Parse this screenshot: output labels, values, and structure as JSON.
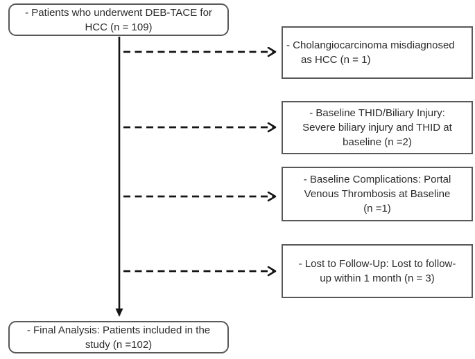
{
  "diagram": {
    "type": "flowchart",
    "start": {
      "lines": [
        "- Patients who underwent DEB-TACE for",
        "HCC (n = 109)"
      ]
    },
    "exclusions": [
      {
        "lines": [
          "- Cholangiocarcinoma misdiagnosed",
          "as HCC (n = 1)"
        ]
      },
      {
        "lines": [
          "- Baseline THID/Biliary Injury:",
          "Severe biliary injury and THID at",
          "baseline (n =2)"
        ]
      },
      {
        "lines": [
          "- Baseline Complications: Portal",
          "Venous Thrombosis at Baseline",
          "(n =1)"
        ]
      },
      {
        "lines": [
          "- Lost to Follow-Up: Lost to follow-",
          "up within 1 month (n = 3)"
        ]
      }
    ],
    "final": {
      "lines": [
        "- Final Analysis: Patients included in the",
        "study (n =102)"
      ]
    },
    "edges": [
      {
        "from": "start",
        "to": "final",
        "style": "solid-arrow"
      },
      {
        "from": "start",
        "to": "exclusion-1",
        "style": "dashed-arrow"
      },
      {
        "from": "start",
        "to": "exclusion-2",
        "style": "dashed-arrow"
      },
      {
        "from": "start",
        "to": "exclusion-3",
        "style": "dashed-arrow"
      },
      {
        "from": "start",
        "to": "exclusion-4",
        "style": "dashed-arrow"
      }
    ],
    "colors": {
      "background": "#ffffff",
      "box_border": "#585858",
      "text": "#2b2b2b",
      "arrow": "#151515"
    }
  }
}
